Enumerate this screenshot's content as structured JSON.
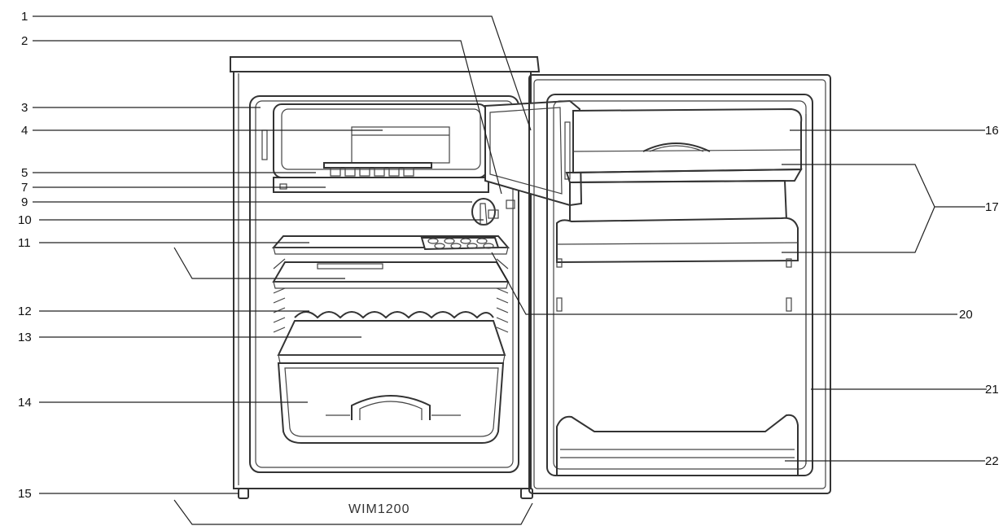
{
  "model_label": "WIM1200",
  "callouts_left": [
    {
      "id": "1",
      "label": "1"
    },
    {
      "id": "2",
      "label": "2"
    },
    {
      "id": "3",
      "label": "3"
    },
    {
      "id": "4",
      "label": "4"
    },
    {
      "id": "5",
      "label": "5"
    },
    {
      "id": "7",
      "label": "7"
    },
    {
      "id": "9",
      "label": "9"
    },
    {
      "id": "10",
      "label": "10"
    },
    {
      "id": "11",
      "label": "11"
    },
    {
      "id": "12",
      "label": "12"
    },
    {
      "id": "13",
      "label": "13"
    },
    {
      "id": "14",
      "label": "14"
    },
    {
      "id": "15",
      "label": "15"
    }
  ],
  "callouts_right": [
    {
      "id": "16",
      "label": "16"
    },
    {
      "id": "17",
      "label": "17"
    },
    {
      "id": "20",
      "label": "20"
    },
    {
      "id": "21",
      "label": "21"
    },
    {
      "id": "22",
      "label": "22"
    }
  ]
}
